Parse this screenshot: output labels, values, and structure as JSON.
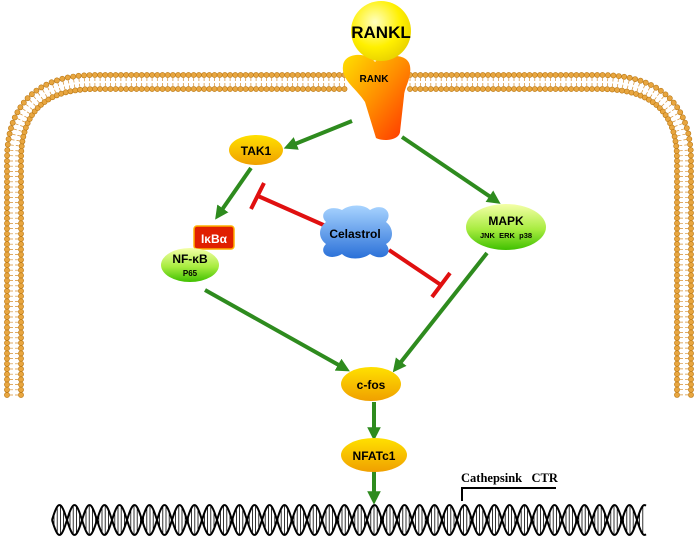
{
  "nodes": {
    "rankl": "RANKL",
    "rank": "RANK",
    "tak1": "TAK1",
    "ikba": "IκBα",
    "nfkb": "NF-κB",
    "p65": "P65",
    "celastrol": "Celastrol",
    "mapk": "MAPK",
    "mapk_sub": "JNK  ERK  p38",
    "cfos": "c-fos",
    "nfatc1": "NFATc1"
  },
  "genes": "Cathepsink   CTR",
  "colors": {
    "activation_arrow": "#2e8b1e",
    "inhibition_line": "#e01010",
    "membrane_lipid": "#e8a640",
    "oval_top": "#ffe000",
    "oval_bottom": "#f0a000",
    "green_oval_top": "#f0ff90",
    "green_oval_bottom": "#40c800",
    "ikba_box": "#e02000",
    "celastrol": "#3a8ae8"
  }
}
